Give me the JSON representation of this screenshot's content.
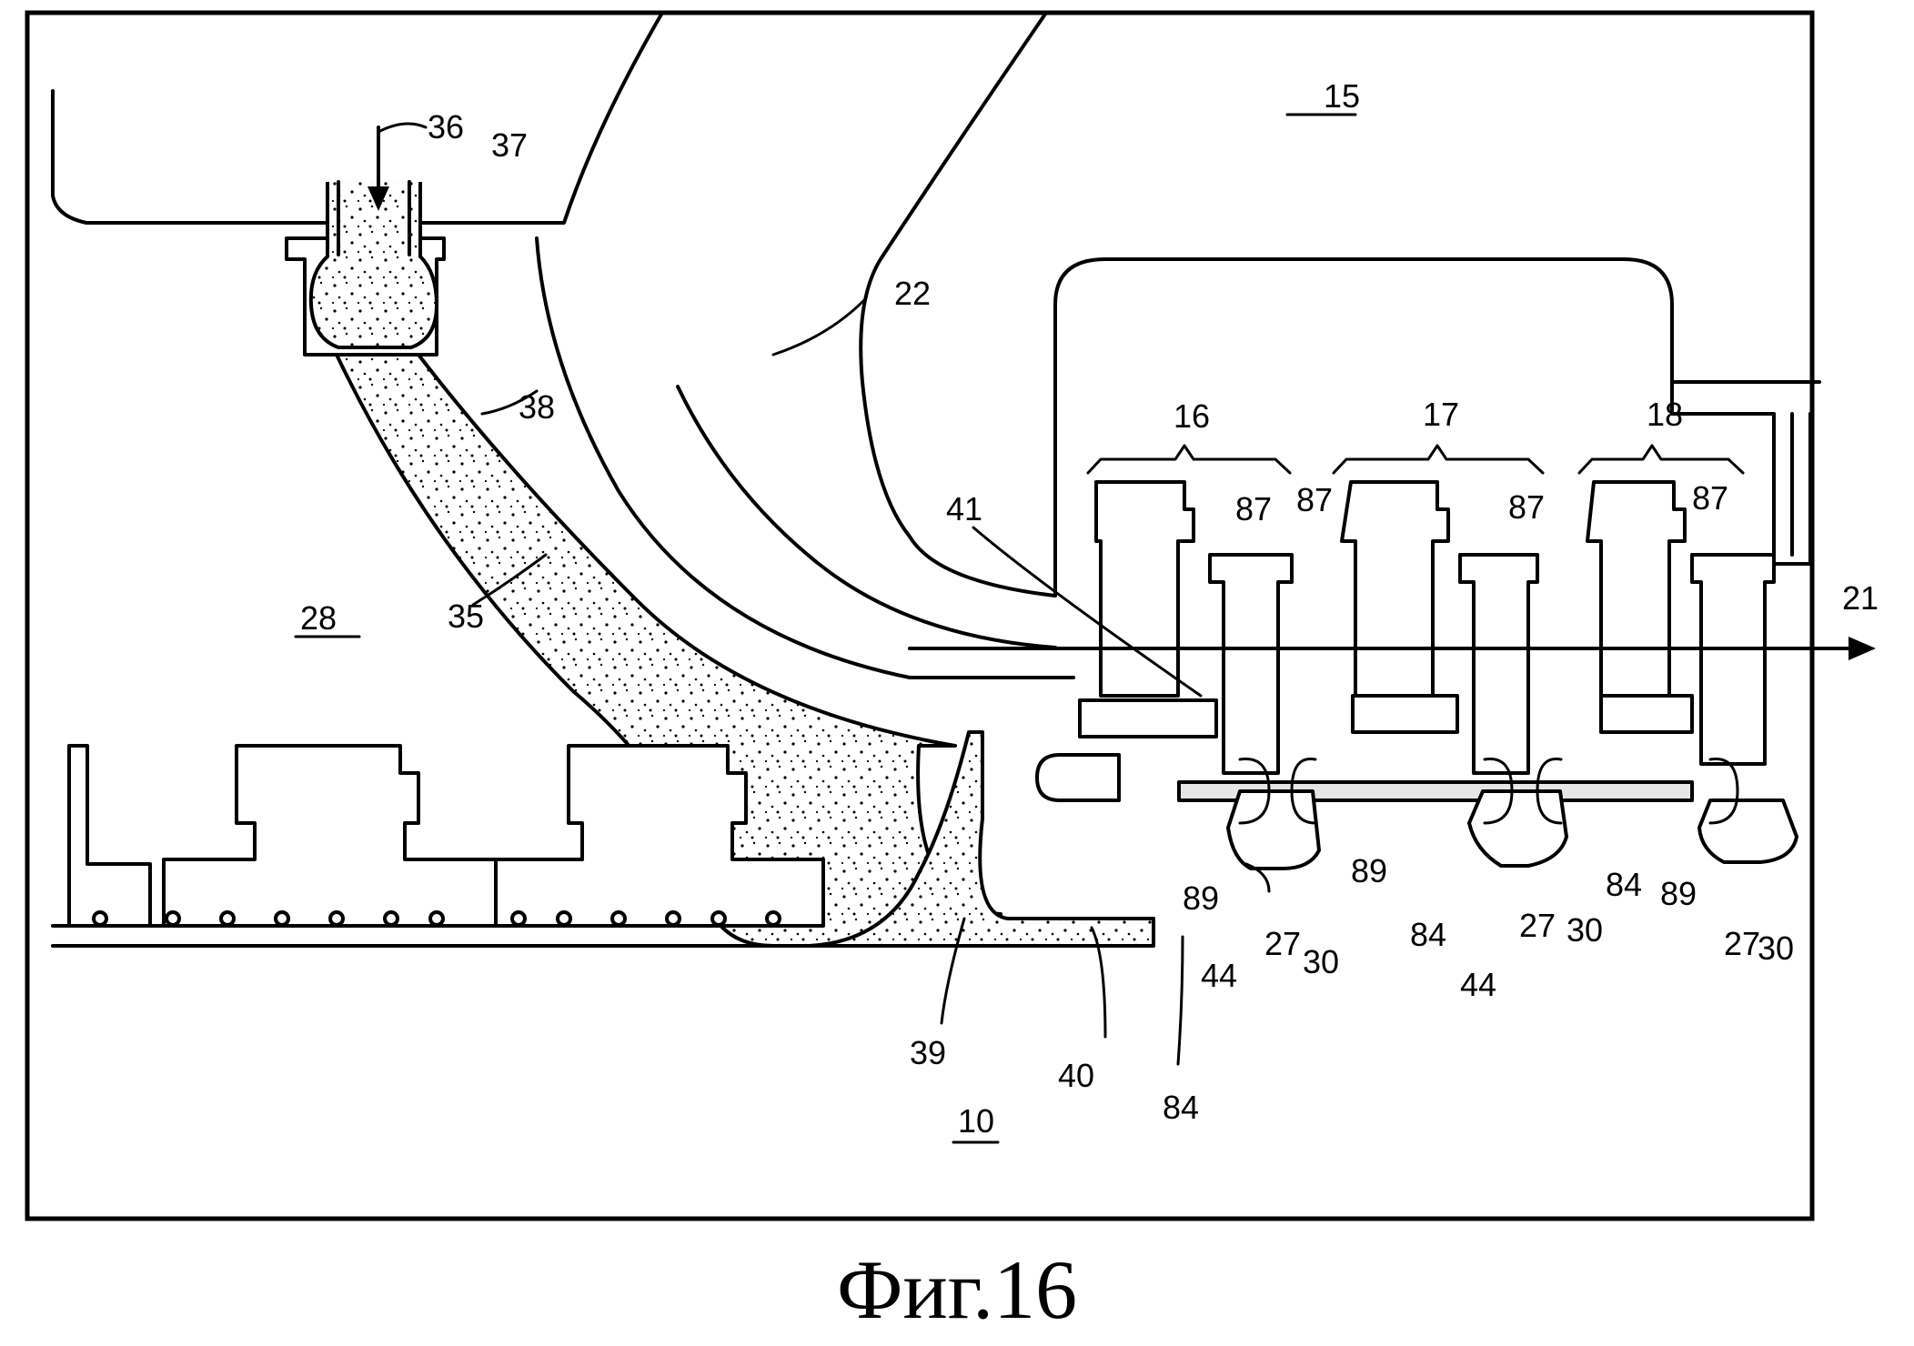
{
  "caption": "Фиг.16",
  "labels": {
    "l15": "15",
    "l36": "36",
    "l37": "37",
    "l22": "22",
    "l16": "16",
    "l17": "17",
    "l18": "18",
    "l38": "38",
    "l41": "41",
    "l87a": "87",
    "l87b": "87",
    "l87c": "87",
    "l87d": "87",
    "l21": "21",
    "l28": "28",
    "l35": "35",
    "l89a": "89",
    "l89b": "89",
    "l89c": "89",
    "l44a": "44",
    "l44b": "44",
    "l27a": "27",
    "l27b": "27",
    "l27c": "27",
    "l30a": "30",
    "l30b": "30",
    "l30c": "30",
    "l84a": "84",
    "l84b": "84",
    "l84c": "84",
    "l39": "39",
    "l40": "40",
    "l10": "10"
  }
}
